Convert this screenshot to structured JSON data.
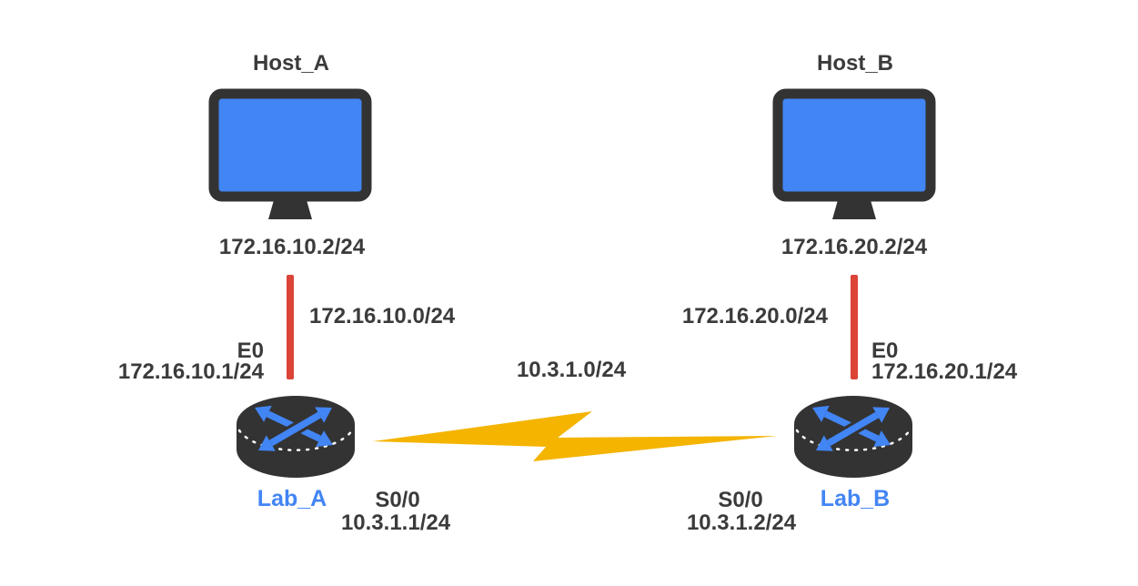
{
  "palette": {
    "blue": "#4285f4",
    "dark": "#333333",
    "red": "#db4437",
    "yellow": "#f4b400",
    "text": "#3b3b3b"
  },
  "hosts": {
    "host_a": {
      "name": "Host_A",
      "ip": "172.16.10.2/24"
    },
    "host_b": {
      "name": "Host_B",
      "ip": "172.16.20.2/24"
    }
  },
  "routers": {
    "lab_a": {
      "name": "Lab_A",
      "eth_interface": "E0",
      "eth_ip": "172.16.10.1/24",
      "serial_interface": "S0/0",
      "serial_ip": "10.3.1.1/24"
    },
    "lab_b": {
      "name": "Lab_B",
      "eth_interface": "E0",
      "eth_ip": "172.16.20.1/24",
      "serial_interface": "S0/0",
      "serial_ip": "10.3.1.2/24"
    }
  },
  "links": {
    "lan_a": {
      "network": "172.16.10.0/24"
    },
    "lan_b": {
      "network": "172.16.20.0/24"
    },
    "serial": {
      "network": "10.3.1.0/24"
    }
  }
}
